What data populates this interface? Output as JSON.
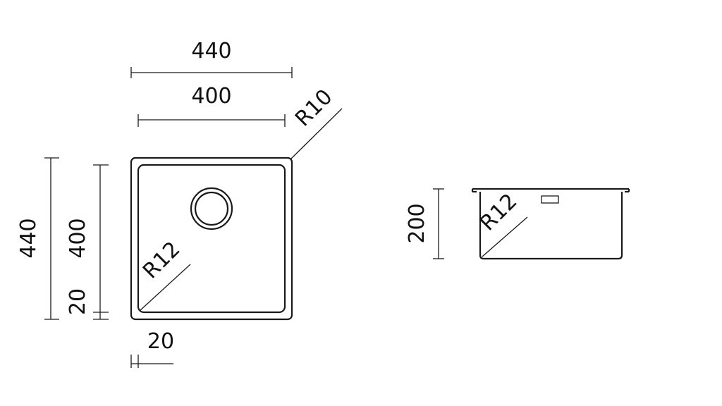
{
  "diagram": {
    "top_view": {
      "outer_width": "440",
      "inner_width": "400",
      "corner_radius_outer": "R10",
      "corner_radius_inner": "R12",
      "outer_height": "440",
      "inner_height": "400",
      "rim_left": "20",
      "rim_bottom": "20",
      "drain": "drain"
    },
    "side_view": {
      "depth": "200",
      "corner_radius": "R12"
    }
  }
}
